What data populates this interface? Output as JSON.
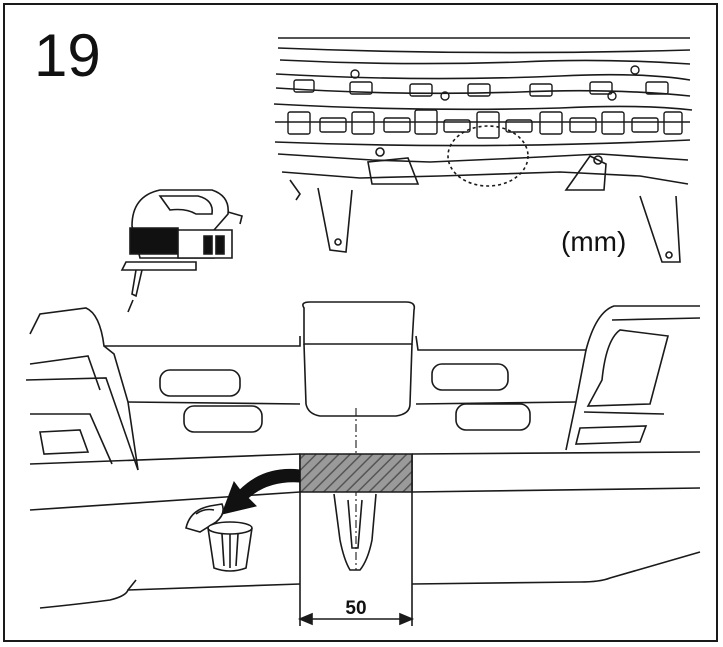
{
  "step_number": "19",
  "unit_label": "(mm)",
  "cut_width_label": "50",
  "icons": [
    "jigsaw-icon",
    "trash-bin-icon",
    "removal-arrow-icon"
  ],
  "colors": {
    "line": "#1a1a1a",
    "hatch_fill": "#8a8a8a",
    "background": "#ffffff"
  }
}
